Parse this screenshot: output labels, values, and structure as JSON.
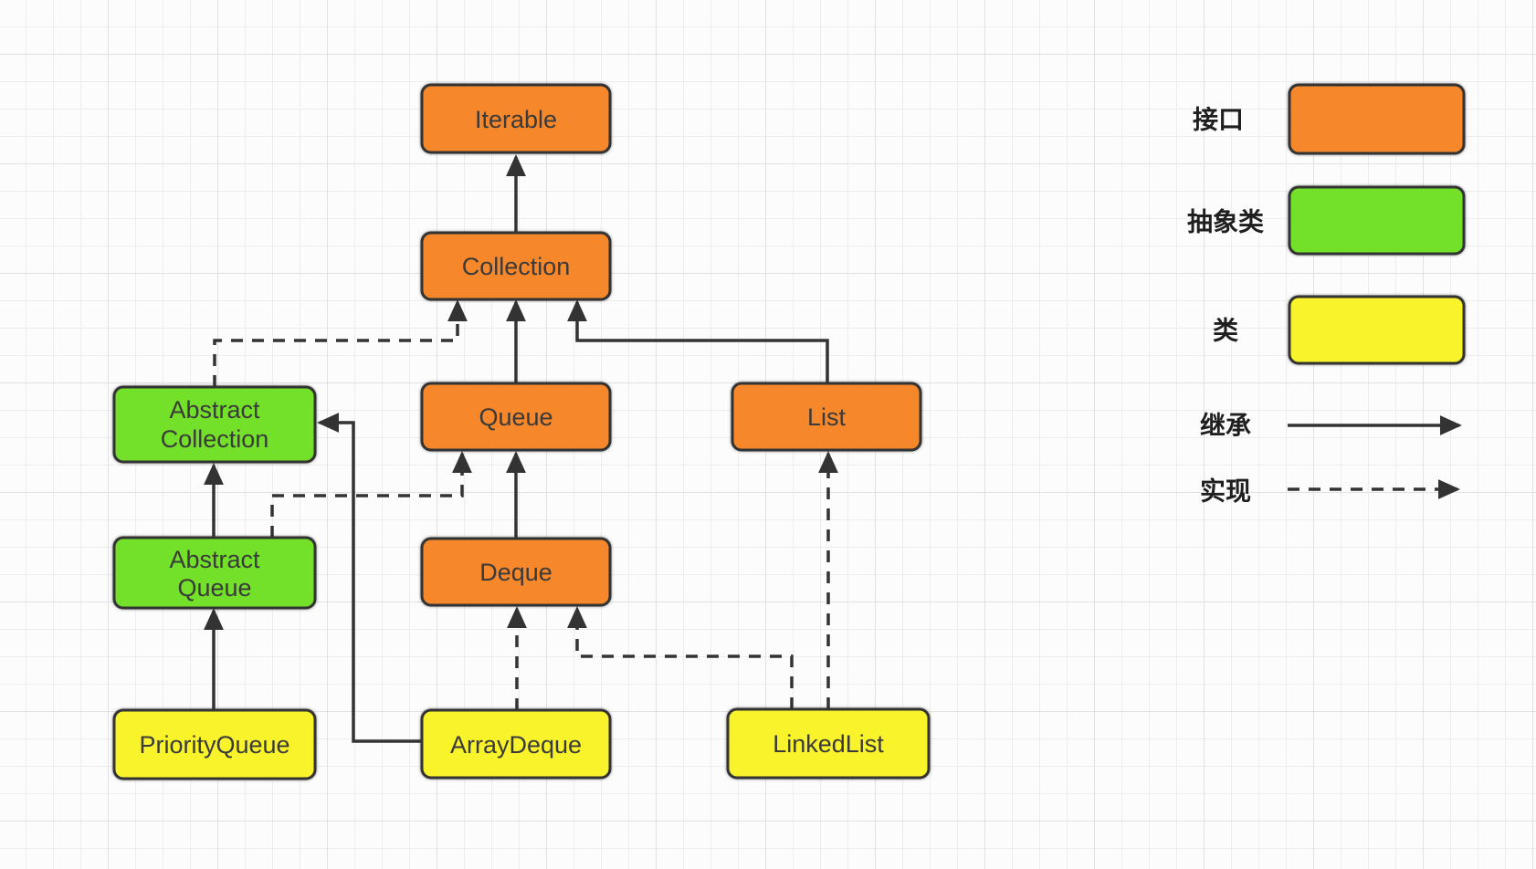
{
  "title": "Java collection framework inheritance diagram",
  "colors": {
    "interface": "#F6872B",
    "abstract_class": "#73E02A",
    "class": "#F8F32B",
    "line": "#333333",
    "text": "#3A3A3A"
  },
  "nodes": {
    "iterable": {
      "label": "Iterable",
      "type": "interface"
    },
    "collection": {
      "label": "Collection",
      "type": "interface"
    },
    "queue": {
      "label": "Queue",
      "type": "interface"
    },
    "list": {
      "label": "List",
      "type": "interface"
    },
    "deque": {
      "label": "Deque",
      "type": "interface"
    },
    "abstract_collection": {
      "line1": "Abstract",
      "line2": "Collection",
      "type": "abstract_class"
    },
    "abstract_queue": {
      "line1": "Abstract",
      "line2": "Queue",
      "type": "abstract_class"
    },
    "priority_queue": {
      "label": "PriorityQueue",
      "type": "class"
    },
    "array_deque": {
      "label": "ArrayDeque",
      "type": "class"
    },
    "linked_list": {
      "label": "LinkedList",
      "type": "class"
    }
  },
  "edges": [
    {
      "from": "Collection",
      "to": "Iterable",
      "type": "inherit"
    },
    {
      "from": "Queue",
      "to": "Collection",
      "type": "inherit"
    },
    {
      "from": "List",
      "to": "Collection",
      "type": "inherit"
    },
    {
      "from": "AbstractCollection",
      "to": "Collection",
      "type": "implement"
    },
    {
      "from": "Deque",
      "to": "Queue",
      "type": "inherit"
    },
    {
      "from": "AbstractQueue",
      "to": "Queue",
      "type": "implement"
    },
    {
      "from": "AbstractQueue",
      "to": "AbstractCollection",
      "type": "inherit"
    },
    {
      "from": "PriorityQueue",
      "to": "AbstractQueue",
      "type": "inherit"
    },
    {
      "from": "ArrayDeque",
      "to": "AbstractCollection",
      "type": "inherit"
    },
    {
      "from": "ArrayDeque",
      "to": "Deque",
      "type": "implement"
    },
    {
      "from": "LinkedList",
      "to": "Deque",
      "type": "implement"
    },
    {
      "from": "LinkedList",
      "to": "List",
      "type": "implement"
    }
  ],
  "legend": {
    "interface_label": "接口",
    "abstract_class_label": "抽象类",
    "class_label": "类",
    "inherit_label": "继承",
    "implement_label": "实现"
  }
}
